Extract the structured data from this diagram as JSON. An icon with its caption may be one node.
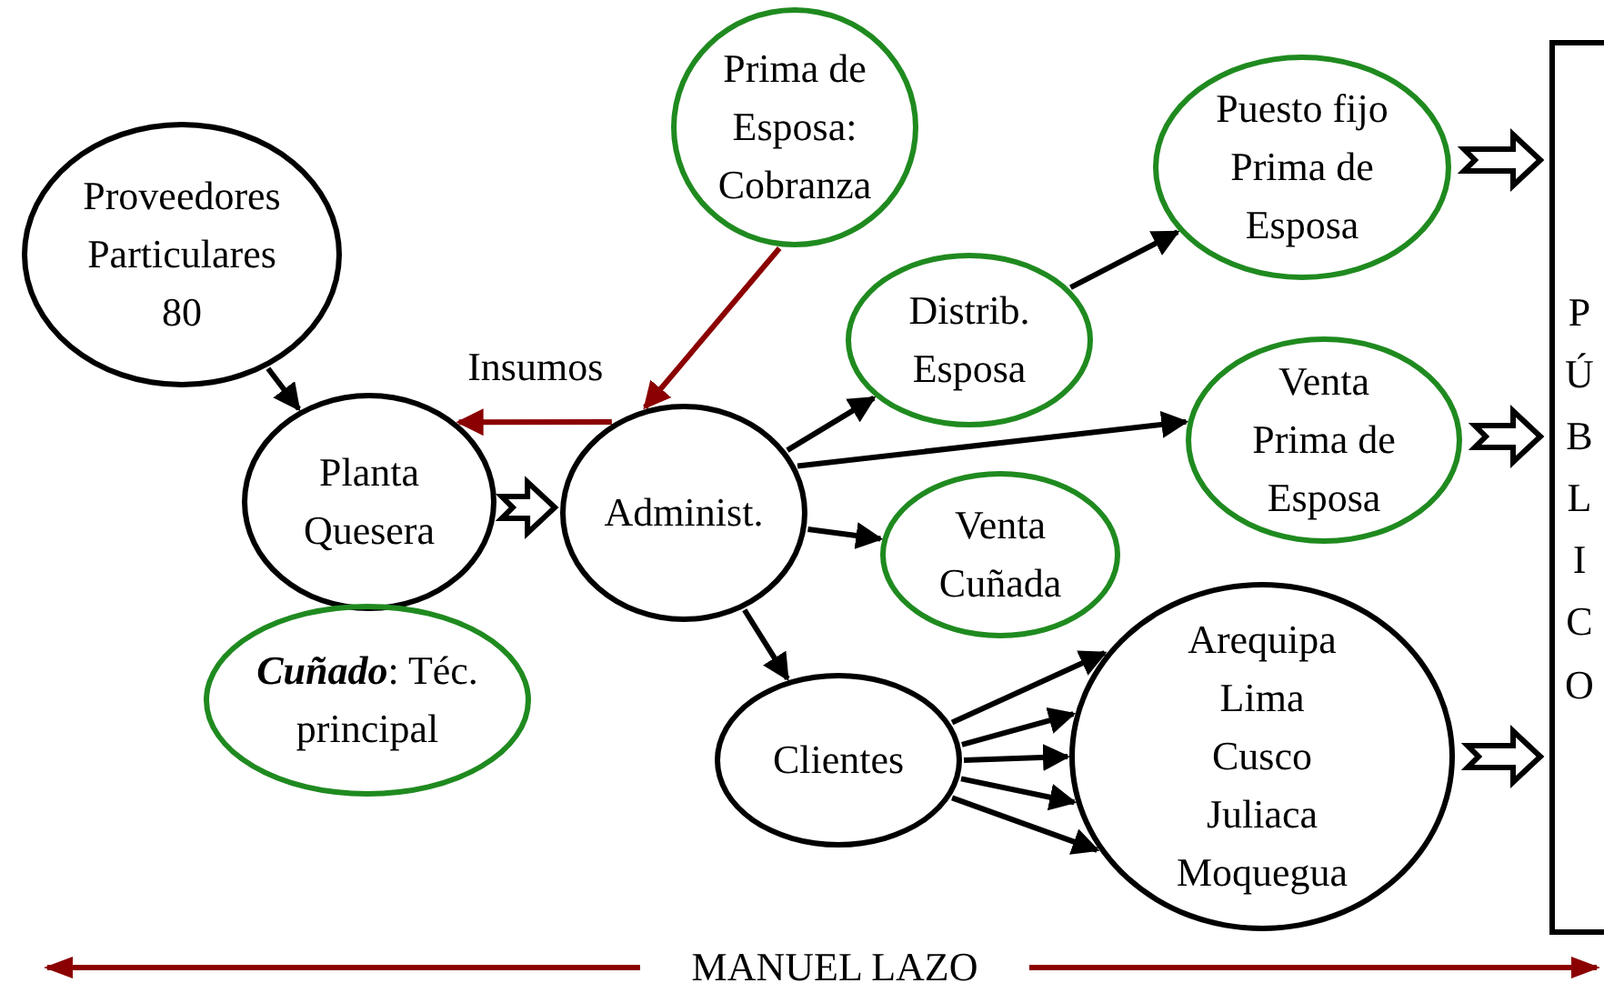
{
  "diagram": {
    "nodes": [
      {
        "text": [
          "Proveedores Particulares 80"
        ]
      },
      {
        "text": [
          "Planta Quesera"
        ]
      },
      {
        "text": [
          "Administ."
        ]
      },
      {
        "text": [
          "Prima de Esposa: Cobranza"
        ]
      },
      {
        "text": [
          "Distrib. Esposa"
        ]
      },
      {
        "text": [
          "Puesto fijo Prima de Esposa"
        ]
      },
      {
        "text": [
          "Venta Prima de Esposa"
        ]
      },
      {
        "text": [
          "Venta Cuñada"
        ]
      },
      {
        "text": [
          "**Cuñado**: Téc. principal"
        ]
      },
      {
        "text": [
          "Clientes"
        ]
      },
      {
        "text": [
          "Arequipa Lima Cusco Juliaca Moquegua"
        ]
      },
      {
        "text": [
          "PÚBLICO"
        ]
      }
    ],
    "edges": [
      {
        "from": 0,
        "to": 1,
        "arrow": "to"
      },
      {
        "from": 1,
        "to": 2,
        "arrow": "to",
        "style": "thick"
      },
      {
        "from": 2,
        "to": 1,
        "arrow": "to",
        "label": "Insumos",
        "color": "#8b0000"
      },
      {
        "from": 3,
        "to": 2,
        "arrow": "to",
        "color": "#8b0000"
      },
      {
        "from": 2,
        "to": 4,
        "arrow": "to"
      },
      {
        "from": 4,
        "to": 5,
        "arrow": "to"
      },
      {
        "from": 2,
        "to": 6,
        "arrow": "to"
      },
      {
        "from": 2,
        "to": 7,
        "arrow": "to"
      },
      {
        "from": 2,
        "to": 9,
        "arrow": "to"
      },
      {
        "from": 9,
        "to": 10,
        "arrow": "to"
      },
      {
        "from": 9,
        "to": 10,
        "arrow": "to"
      },
      {
        "from": 9,
        "to": 10,
        "arrow": "to"
      },
      {
        "from": 9,
        "to": 10,
        "arrow": "to"
      },
      {
        "from": 9,
        "to": 10,
        "arrow": "to"
      },
      {
        "from": 5,
        "to": 11,
        "arrow": "to",
        "style": "thick"
      },
      {
        "from": 6,
        "to": 11,
        "arrow": "to",
        "style": "thick"
      },
      {
        "from": 10,
        "to": 11,
        "arrow": "to",
        "style": "thick"
      }
    ],
    "labels": [
      "MANUEL LAZO"
    ]
  }
}
